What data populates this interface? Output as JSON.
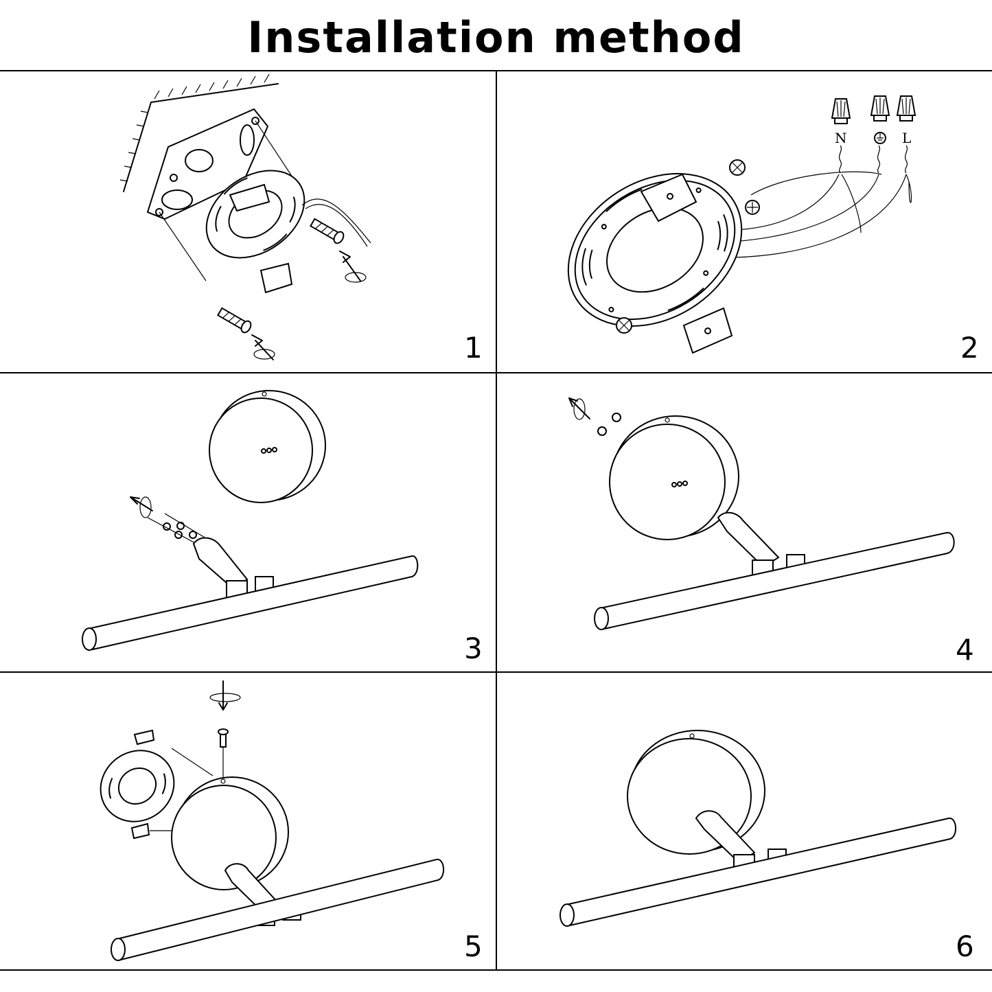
{
  "title": "Installation method",
  "steps": [
    {
      "number": "1"
    },
    {
      "number": "2"
    },
    {
      "number": "3"
    },
    {
      "number": "4"
    },
    {
      "number": "5"
    },
    {
      "number": "6"
    }
  ],
  "wire_labels": {
    "neutral": "N",
    "live": "L"
  }
}
